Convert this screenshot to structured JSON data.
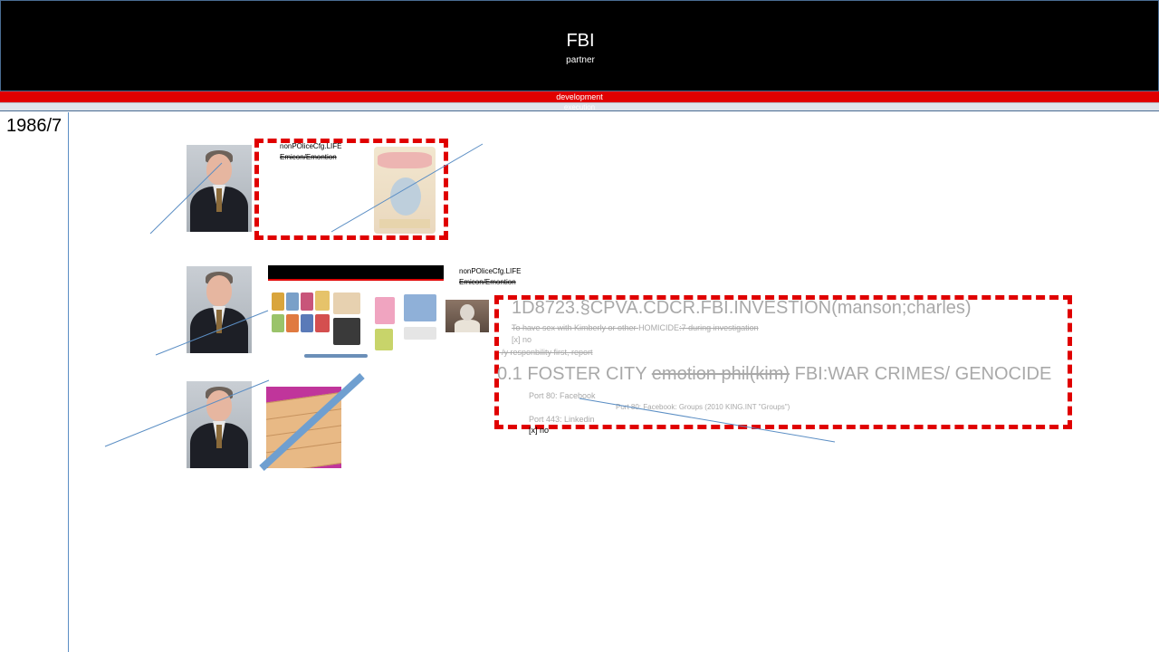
{
  "header": {
    "title": "FBI",
    "subtitle": "partner"
  },
  "bars": {
    "development": "development",
    "execution": "execution"
  },
  "timeline": {
    "date": "1986/7"
  },
  "labels": {
    "label1_line1": "nonPOliceCfg.LIFE",
    "label1_line2": "Emicon/Emontion",
    "label2_line1": "nonPOliceCfg.LIFE",
    "label2_line2": "Emicon/Emontion"
  },
  "investigation": {
    "title": "1D8723.§CPVA.CDCR.FBI.INVESTION(manson;charles)",
    "line1_struck": "To have sex with Kimberly or other ",
    "line1_homicide": "HOMICIDE",
    "line1_rest": ":7 during investigation",
    "line2": "[x] no",
    "line3": "-/y responbility first, report",
    "big_prefix": "0.1 FOSTER CITY ",
    "big_struck": "emotion phil(kim)",
    "big_suffix": " FBI:WAR CRIMES/ GENOCIDE",
    "port80": "Port 80: Facebook",
    "port80_groups": "Port 80: Facebook: Groups (2010 KING.INT \"Groups\")",
    "port443": "Port 443: Linkedin",
    "port443_no": "[x] no"
  },
  "colors": {
    "header_bg": "#000000",
    "accent_red": "#e00000",
    "timeline_blue": "#5b8ec4",
    "grey_text": "#a9a9a9"
  }
}
